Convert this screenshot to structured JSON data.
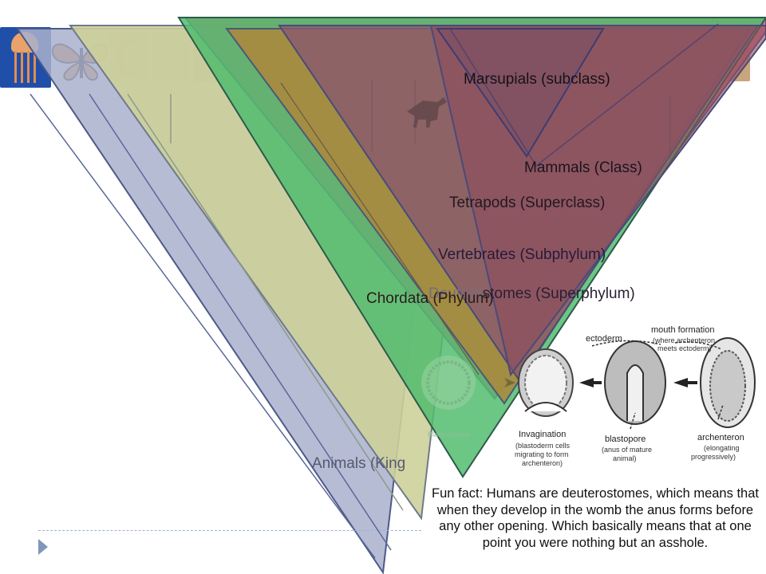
{
  "labels": {
    "animals_visible": "Animals (King",
    "deuterostomes_visible": "Deuterostomes (Superphylum)",
    "deuterostomes_hidden_part": "Deutero",
    "deuterostomes_tail": "stomes (Superphylum)",
    "chordata": "Chordata (Phylum)",
    "vertebrates": "Vertebrates (Subphylum)",
    "tetrapods": "Tetrapods (Superclass)",
    "mammals": "Mammals (Class)",
    "marsupials": "Marsupials (subclass)"
  },
  "embryo_figure": {
    "blastosphere": "Blastosphere",
    "invagination_title": "Invagination",
    "invagination_note_1": "(blastoderm cells",
    "invagination_note_2": "migrating to form",
    "invagination_note_3": "archenteron)",
    "ectoderm": "ectoderm",
    "mouth_formation": "mouth formation",
    "mouth_note_1": "(where archenteron",
    "mouth_note_2": "meets ectoderm)",
    "blastopore": "blastopore",
    "blastopore_note_1": "(anus of mature",
    "blastopore_note_2": "animal)",
    "archenteron": "archenteron",
    "archenteron_note_1": "(elongating",
    "archenteron_note_2": "progressively)"
  },
  "fun_fact": {
    "line1": "Fun fact: Humans are deuterostomes, which means that",
    "line2": "when they develop in the womb the anus forms before",
    "line3": "any other opening. Which basically means that at one",
    "line4": "point you were nothing but an asshole."
  },
  "colors": {
    "animals": "#a9b0cc",
    "bilateria": "#c9cc96",
    "deuterostomes": "#c86070",
    "chordata": "#4cb86a",
    "vertebrates": "#a9883a",
    "tetrapods": "#8a5a68",
    "mammals": "#8c4a5c",
    "marsupials": "#7a5064"
  },
  "icons": [
    "jellyfish-photo",
    "butterfly-photo",
    "caterpillar-photo",
    "starfish-photo",
    "frog-photo",
    "lizard-photo",
    "dinosaur-silhouette",
    "mammal-photos",
    "embryo-diagram"
  ]
}
